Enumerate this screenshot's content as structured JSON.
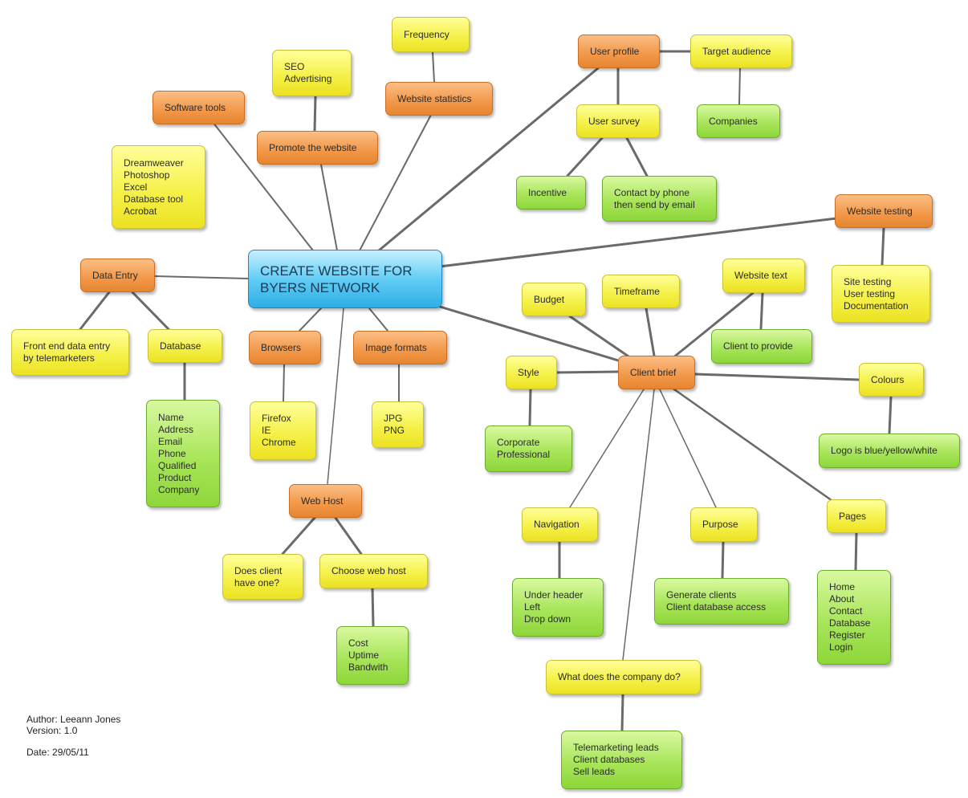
{
  "central": {
    "label": "CREATE WEBSITE FOR\nBYERS NETWORK"
  },
  "nodes": {
    "frequency": "Frequency",
    "seo": "SEO\nAdvertising",
    "website_statistics": "Website statistics",
    "software_tools": "Software tools",
    "promote": "Promote the website",
    "software_list": "Dreamweaver\nPhotoshop\nExcel\nDatabase tool\nAcrobat",
    "user_profile": "User profile",
    "target_audience": "Target audience",
    "user_survey": "User survey",
    "companies": "Companies",
    "incentive": "Incentive",
    "contact": "Contact by phone\nthen send by email",
    "website_testing": "Website testing",
    "testing_list": "Site testing\nUser testing\nDocumentation",
    "data_entry": "Data Entry",
    "front_end": "Front end data entry\nby telemarketers",
    "database": "Database",
    "database_fields": "Name\nAddress\nEmail\nPhone\nQualified\nProduct\nCompany",
    "browsers": "Browsers",
    "browser_list": "Firefox\nIE\nChrome",
    "image_formats": "Image formats",
    "format_list": "JPG\nPNG",
    "web_host": "Web Host",
    "does_client": "Does client\nhave one?",
    "choose_host": "Choose web host",
    "host_criteria": "Cost\nUptime\nBandwith",
    "budget": "Budget",
    "timeframe": "Timeframe",
    "website_text": "Website text",
    "client_provide": "Client to provide",
    "style": "Style",
    "client_brief": "Client brief",
    "colours": "Colours",
    "corporate": "Corporate\nProfessional",
    "logo": "Logo is blue/yellow/white",
    "navigation": "Navigation",
    "purpose": "Purpose",
    "pages": "Pages",
    "nav_list": "Under header\nLeft\nDrop down",
    "purpose_list": "Generate clients\nClient database access",
    "pages_list": "Home\nAbout\nContact\nDatabase\nRegister\nLogin",
    "company_do": "What does the company do?",
    "company_list": "Telemarketing leads\nClient databases\nSell leads"
  },
  "meta": {
    "author": "Author:  Leeann Jones",
    "version": "Version:  1.0",
    "date": "Date:  29/05/11"
  },
  "colors": {
    "central": "#3ab8ea",
    "branch": "#f39a4c",
    "subtopic": "#f5f14a",
    "detail": "#a8e55a",
    "line": "#6a6a6a"
  }
}
